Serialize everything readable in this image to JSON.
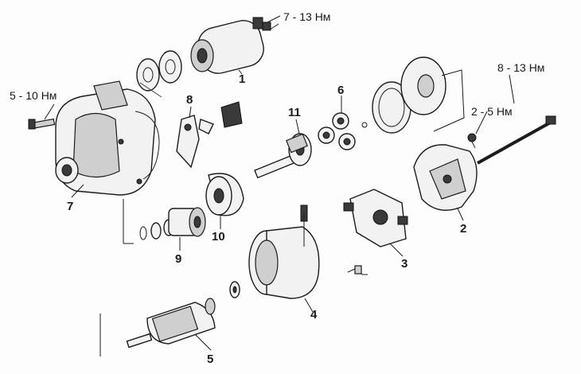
{
  "torque_labels": {
    "t_solenoid": "7 - 13 Нм",
    "t_housing_bolt": "5 - 10 Нм",
    "t_through_bolt": "8 - 13 Нм",
    "t_screw": "2 - 5 Нм"
  },
  "part_numbers": {
    "p1": "1",
    "p2": "2",
    "p3": "3",
    "p4": "4",
    "p5": "5",
    "p6": "6",
    "p7": "7",
    "p8": "8",
    "p9": "9",
    "p10": "10",
    "p11": "11"
  }
}
